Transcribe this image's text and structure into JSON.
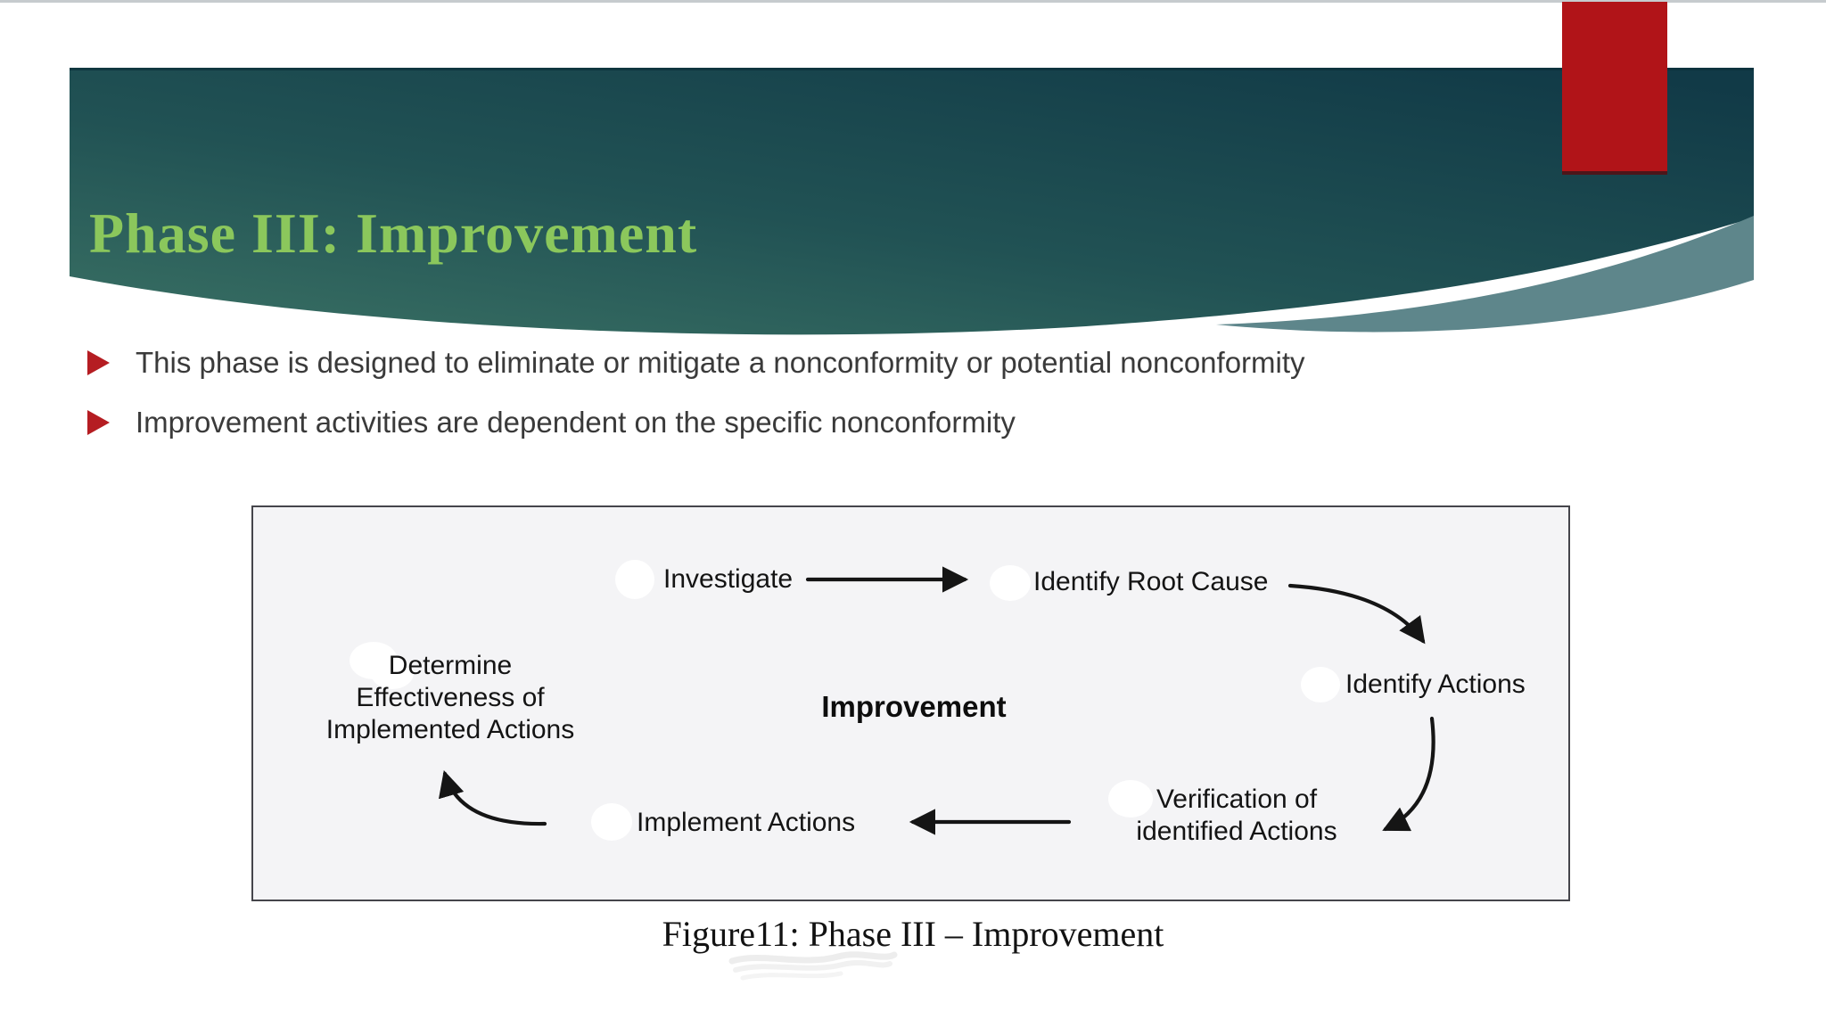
{
  "slide": {
    "header": {
      "title": "Phase III: Improvement",
      "title_color": "#8bc75c",
      "banner_gradient": [
        "#3a7164",
        "#215254",
        "#113a47"
      ],
      "swoosh_color": "#5e868b",
      "flag_color": "#b11418"
    },
    "bullets": [
      {
        "label": "This phase is designed to eliminate or mitigate a nonconformity or potential nonconformity"
      },
      {
        "label": "Improvement activities are dependent on the specific nonconformity"
      }
    ],
    "bullet_marker_color": "#b51d22",
    "diagram": {
      "background": "#f4f4f6",
      "border_color": "#45454b",
      "center_label": "Improvement",
      "nodes": [
        {
          "id": "investigate",
          "lines": [
            "Investigate"
          ]
        },
        {
          "id": "identify-root-cause",
          "lines": [
            "Identify Root Cause"
          ]
        },
        {
          "id": "identify-actions",
          "lines": [
            "Identify Actions"
          ]
        },
        {
          "id": "verification-of-identified-actions",
          "lines": [
            "Verification of",
            "identified Actions"
          ]
        },
        {
          "id": "implement-actions",
          "lines": [
            "Implement Actions"
          ]
        },
        {
          "id": "determine-effectiveness",
          "lines": [
            "Determine",
            "Effectiveness of",
            "Implemented Actions"
          ]
        }
      ],
      "connections": [
        {
          "from": "Investigate",
          "to": "Identify Root Cause",
          "style": "straight-right"
        },
        {
          "from": "Identify Root Cause",
          "to": "Identify Actions",
          "style": "curved-down-right"
        },
        {
          "from": "Identify Actions",
          "to": "Verification of identified Actions",
          "style": "curved-down-left"
        },
        {
          "from": "Verification of identified Actions",
          "to": "Implement Actions",
          "style": "straight-left"
        },
        {
          "from": "Implement Actions",
          "to": "Determine Effectiveness of Implemented Actions",
          "style": "curved-up-left"
        }
      ]
    },
    "caption": "Figure11: Phase III – Improvement"
  }
}
